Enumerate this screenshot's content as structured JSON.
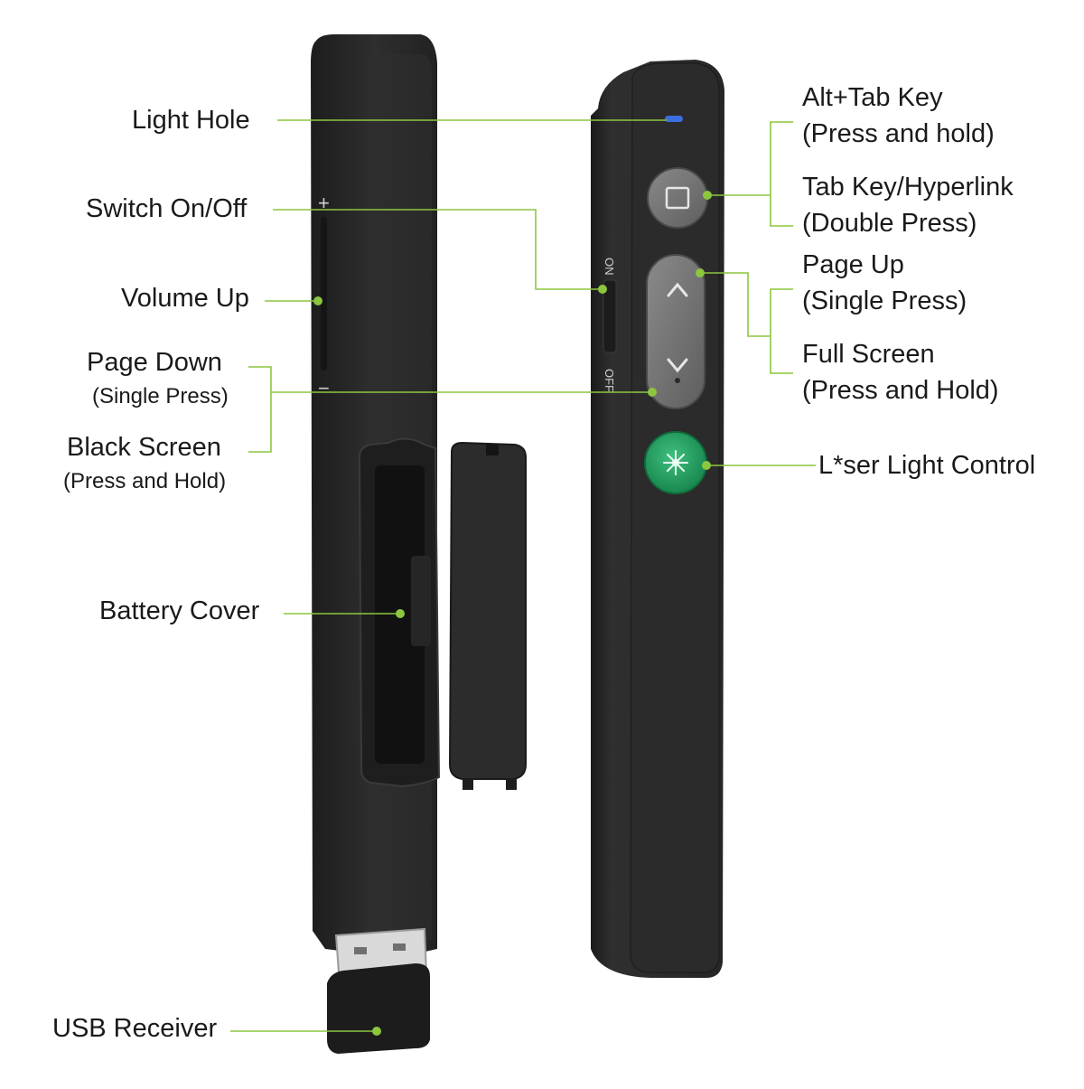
{
  "labels": {
    "light_hole": "Light Hole",
    "switch_on_off": "Switch On/Off",
    "volume_up": "Volume Up",
    "page_down": "Page Down",
    "page_down_sub": "(Single Press)",
    "black_screen": "Black Screen",
    "black_screen_sub": "(Press and Hold)",
    "battery_cover": "Battery Cover",
    "usb_receiver": "USB Receiver",
    "alt_tab": "Alt+Tab Key",
    "alt_tab_sub": "(Press and hold)",
    "tab_key": "Tab Key/Hyperlink",
    "tab_key_sub": "(Double Press)",
    "page_up": "Page Up",
    "page_up_sub": "(Single Press)",
    "full_screen": "Full Screen",
    "full_screen_sub": "(Press and Hold)",
    "laser": "L*ser Light Control"
  },
  "device_marks": {
    "switch_on": "ON",
    "switch_off": "OFF",
    "plus": "+",
    "minus": "−"
  },
  "colors": {
    "leader_line": "#8cc63f",
    "body": "#2b2b2b",
    "laser_button": "#1f9c5e",
    "indicator": "#3b6fe0"
  },
  "icons": [
    "square-icon",
    "chevron-up-icon",
    "chevron-down-icon",
    "laser-star-icon"
  ]
}
